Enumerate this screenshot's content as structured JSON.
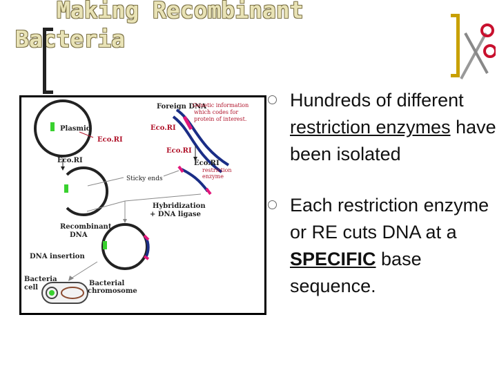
{
  "slide": {
    "title_line1": "Making Recombinant",
    "title_line2": "Bacteria",
    "bullets": [
      {
        "before": "Hundreds of different ",
        "underlined": "restriction enzymes",
        "after": " have been isolated"
      },
      {
        "before": "Each restriction enzyme or RE cuts DNA at a ",
        "emphasis": "SPECIFIC",
        "after": " base sequence."
      }
    ]
  },
  "diagram": {
    "plasmid": "Plasmid",
    "foreign_dna": "Foreign DNA",
    "genetic_info": [
      "Genetic information",
      "which codes for",
      "protein of interest."
    ],
    "ecori": "Eco.RI",
    "ecori_red": "Eco.RI",
    "ecori_mid": "Eco.RI",
    "ecori_right": "Eco.RI",
    "ecori_left_arrow": "Eco.RI",
    "restriction_enzyme": [
      "restriction",
      "enzyme"
    ],
    "sticky_ends": "Sticky ends",
    "hybridization": [
      "Hybridization",
      "+ DNA ligase"
    ],
    "recombinant_dna": [
      "Recombinant",
      "DNA"
    ],
    "dna_insertion": "DNA insertion",
    "bacteria_cell": [
      "Bacteria",
      "cell"
    ],
    "bacterial_chromosome": [
      "Bacterial",
      "chromosome"
    ]
  }
}
